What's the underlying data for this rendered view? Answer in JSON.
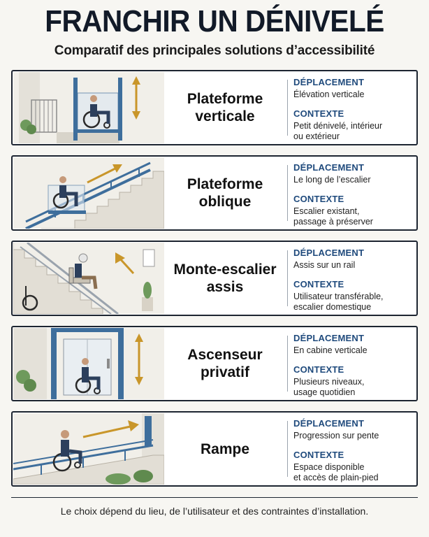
{
  "header": {
    "title": "FRANCHIR UN DÉNIVELÉ",
    "subtitle": "Comparatif des principales solutions d’accessibilité"
  },
  "cards": [
    {
      "name_line1": "Plateforme",
      "name_line2": "verticale",
      "label1": "DÉPLACEMENT",
      "value1": "Élévation verticale",
      "label2": "CONTEXTE",
      "value2": "Petit dénivelé, intérieur\nou extérieur"
    },
    {
      "name_line1": "Plateforme",
      "name_line2": "oblique",
      "label1": "DÉPLACEMENT",
      "value1": "Le long de l’escalier",
      "label2": "CONTEXTE",
      "value2": "Escalier existant,\npassage à préserver"
    },
    {
      "name_line1": "Monte-escalier",
      "name_line2": "assis",
      "label1": "DÉPLACEMENT",
      "value1": "Assis sur un rail",
      "label2": "CONTEXTE",
      "value2": "Utilisateur transférable,\nescalier domestique"
    },
    {
      "name_line1": "Ascenseur",
      "name_line2": "privatif",
      "label1": "DÉPLACEMENT",
      "value1": "En cabine verticale",
      "label2": "CONTEXTE",
      "value2": "Plusieurs niveaux,\nusage quotidien"
    },
    {
      "name_line1": "Rampe",
      "name_line2": "",
      "label1": "DÉPLACEMENT",
      "value1": "Progression sur pente",
      "label2": "CONTEXTE",
      "value2": "Espace disponible\net accès de plain-pied"
    }
  ],
  "footer": {
    "text": "Le choix dépend du lieu, de l’utilisateur et des contraintes d’installation."
  },
  "colors": {
    "heading": "#121a28",
    "label": "#1f4a7c",
    "arrow": "#c9962a",
    "structure": "#3e6e9c",
    "border": "#1d2531"
  }
}
